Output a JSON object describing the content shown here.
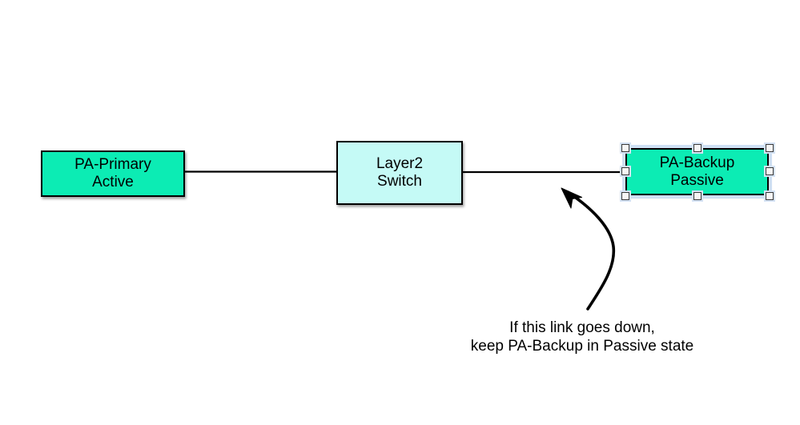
{
  "canvas": {
    "background": "#ffffff"
  },
  "nodes": [
    {
      "id": "pa-primary",
      "line1": "PA-Primary",
      "line2": "Active",
      "fill": "#0cecb4",
      "border": "#000000",
      "state": "normal"
    },
    {
      "id": "layer2-switch",
      "line1": "Layer2",
      "line2": "Switch",
      "fill": "#c5faf6",
      "border": "#000000",
      "state": "normal"
    },
    {
      "id": "pa-backup",
      "line1": "PA-Backup",
      "line2": "Passive",
      "fill": "#0cecb4",
      "border": "#000000",
      "state": "selected"
    }
  ],
  "connectors": [
    {
      "from": "pa-primary",
      "to": "layer2-switch",
      "color": "#000000"
    },
    {
      "from": "layer2-switch",
      "to": "pa-backup",
      "color": "#000000"
    }
  ],
  "annotation": {
    "line1": "If this link goes down,",
    "line2": "keep PA-Backup in Passive state",
    "arrow_color": "#000000",
    "points_at": "link between layer2-switch and pa-backup"
  },
  "selection": {
    "halo_color": "#cfe0f4",
    "handle_fill": "#f6f6f6",
    "handle_border": "#3a3a3a",
    "handle_count": 8
  }
}
